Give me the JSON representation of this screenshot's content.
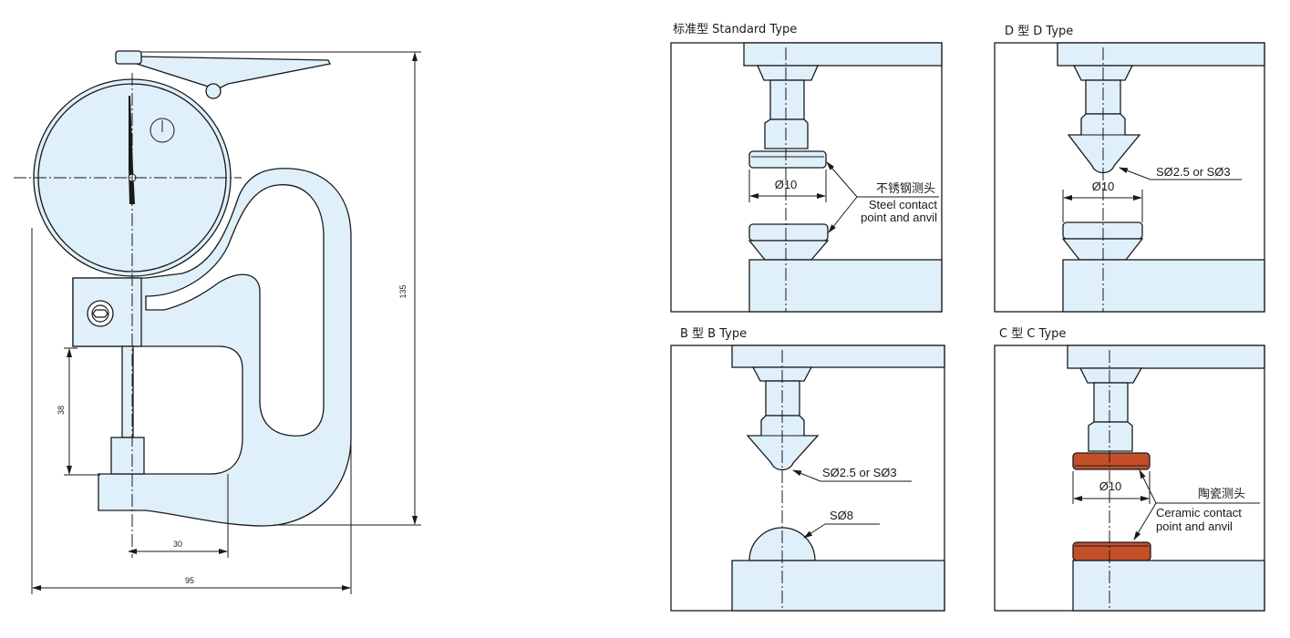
{
  "gauge": {
    "dimensions": {
      "height": "135",
      "throat_depth": "38",
      "throat_width": "30",
      "overall_width": "95"
    }
  },
  "panels": {
    "standard": {
      "title": "标准型  Standard Type",
      "diameter": "Ø10",
      "note_cn": "不锈钢测头",
      "note_en_1": "Steel contact",
      "note_en_2": "point and anvil"
    },
    "d_type": {
      "title": "D 型  D Type",
      "diameter": "Ø10",
      "tip": "SØ2.5 or SØ3"
    },
    "b_type": {
      "title": "B 型  B Type",
      "tip": "SØ2.5 or SØ3",
      "anvil": "SØ8"
    },
    "c_type": {
      "title": "C 型  C Type",
      "diameter": "Ø10",
      "note_cn": "陶瓷测头",
      "note_en_1": "Ceramic contact",
      "note_en_2": "point and anvil"
    }
  },
  "colors": {
    "fill": "#dff0fb",
    "ceramic": "#c4502a",
    "line": "#1a1a1a"
  }
}
